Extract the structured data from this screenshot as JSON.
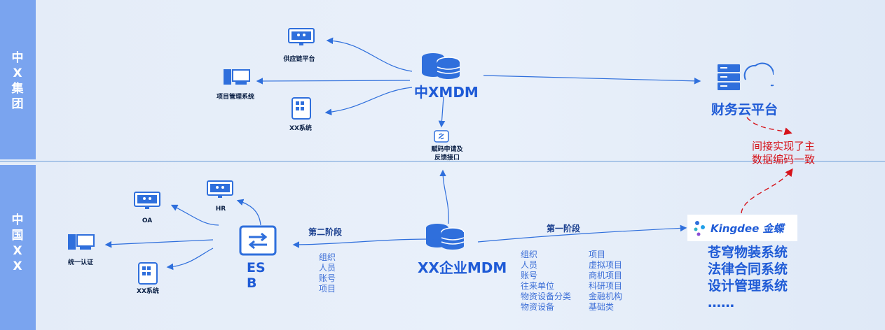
{
  "bands": {
    "top_label": [
      "中",
      "X",
      "集",
      "团"
    ],
    "bottom_label": [
      "中",
      "国",
      "X",
      "X"
    ]
  },
  "top": {
    "hub": "中XMDM",
    "targets": [
      "供应链平台",
      "项目管理系统",
      "XX系统"
    ],
    "cloud": "财务云平台",
    "interface": [
      "赋码申请及",
      "反馈接口"
    ]
  },
  "bottom": {
    "hub": "XX企业MDM",
    "esb": [
      "ES",
      "B"
    ],
    "esb_targets": [
      "OA",
      "HR",
      "统一认证",
      "XX系统"
    ],
    "stage2": "第二阶段",
    "stage2_items": [
      "组织",
      "人员",
      "账号",
      "项目"
    ],
    "stage1": "第一阶段",
    "stage1_items_a": [
      "组织",
      "人员",
      "账号",
      "往来单位",
      "物资设备分类",
      "物资设备"
    ],
    "stage1_items_b": [
      "项目",
      "虚拟项目",
      "商机项目",
      "科研项目",
      "金融机构",
      "基础类"
    ],
    "kingdee_logo": "Kingdee 金蝶",
    "kingdee_systems": [
      "苍穹物装系统",
      "法律合同系统",
      "设计管理系统",
      "……"
    ]
  },
  "note": [
    "间接实现了主",
    "数据编码一致"
  ],
  "colors": {
    "accent": "#1f5bd6",
    "band": "#7aa4ef",
    "line": "#2f6fdc",
    "note": "#d6131b"
  }
}
